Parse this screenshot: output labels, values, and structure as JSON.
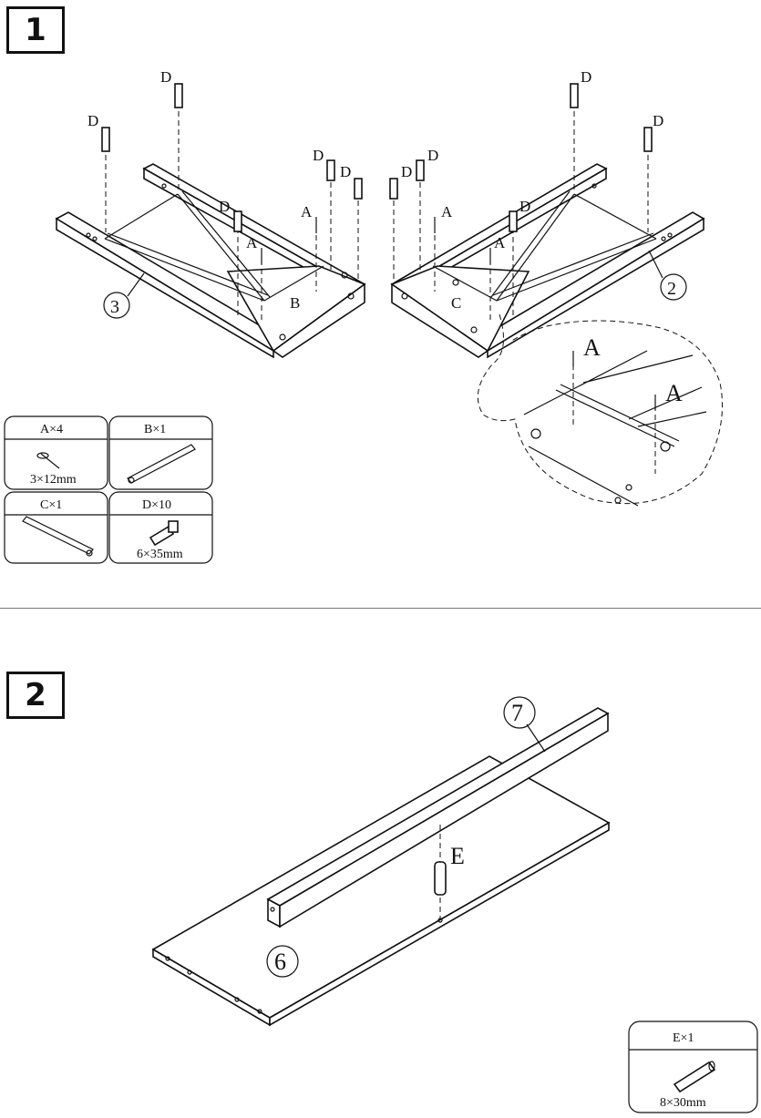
{
  "step1": {
    "number": "1",
    "labels": {
      "D": "D",
      "A": "A",
      "B": "B",
      "C": "C"
    },
    "callouts": {
      "part2": "2",
      "part3": "3"
    },
    "hardware": [
      {
        "title": "A×4",
        "size": "3×12mm",
        "icon": "screw-icon"
      },
      {
        "title": "B×1",
        "size": "",
        "icon": "bracket-b-icon"
      },
      {
        "title": "C×1",
        "size": "",
        "icon": "bracket-c-icon"
      },
      {
        "title": "D×10",
        "size": "6×35mm",
        "icon": "cam-bolt-icon"
      }
    ]
  },
  "step2": {
    "number": "2",
    "labels": {
      "E": "E"
    },
    "callouts": {
      "part6": "6",
      "part7": "7"
    },
    "hardware": [
      {
        "title": "E×1",
        "size": "8×30mm",
        "icon": "dowel-icon"
      }
    ]
  }
}
